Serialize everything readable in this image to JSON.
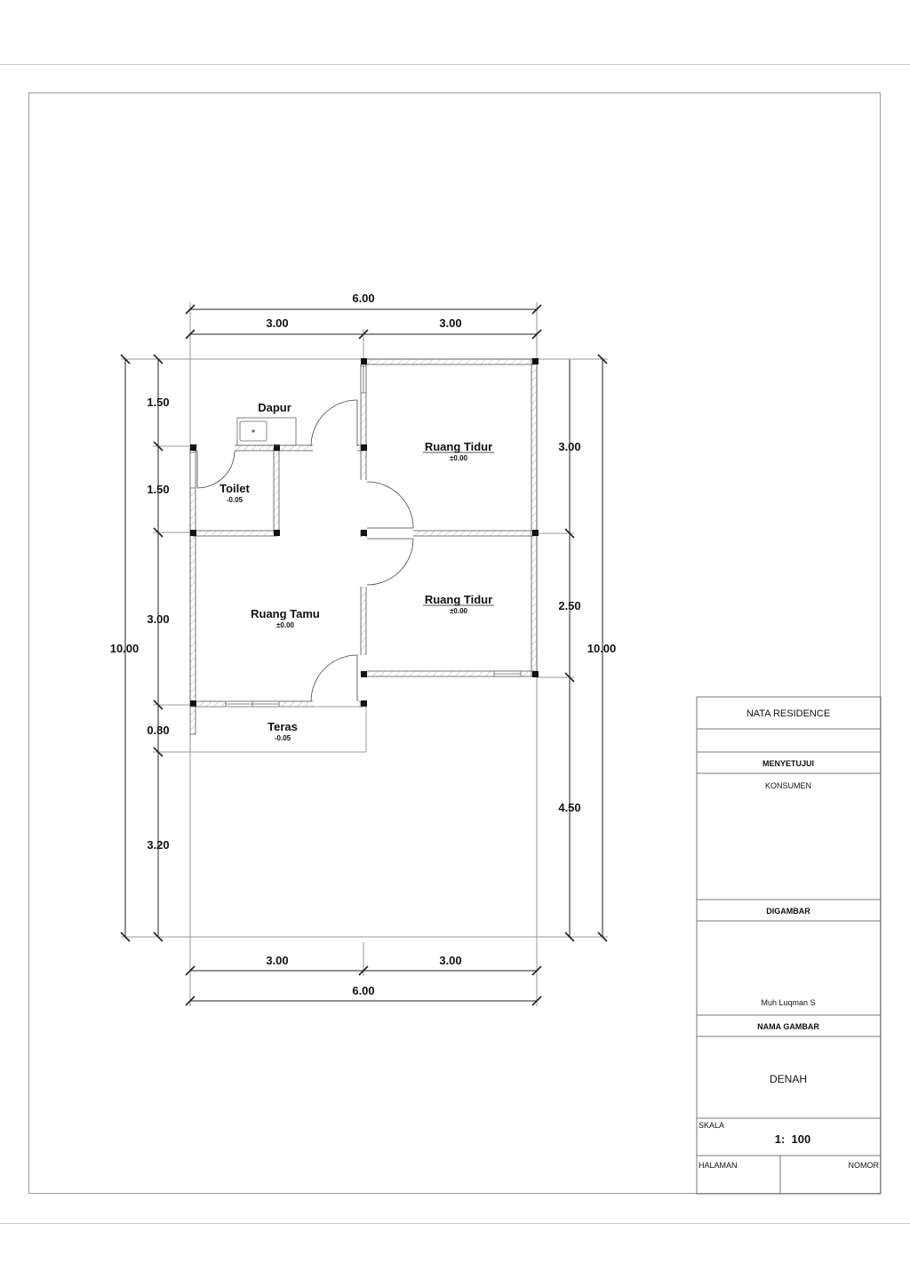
{
  "plan": {
    "dims_top": {
      "total": "6.00",
      "left": "3.00",
      "right": "3.00"
    },
    "dims_bottom": {
      "total": "6.00",
      "left": "3.00",
      "right": "3.00"
    },
    "dims_left": {
      "total": "10.00",
      "seg1": "1.50",
      "seg2": "1.50",
      "seg3": "3.00",
      "seg4": "0.80",
      "seg5": "3.20"
    },
    "dims_right": {
      "total": "10.00",
      "seg1": "3.00",
      "seg2": "2.50",
      "seg3": "4.50"
    },
    "rooms": {
      "dapur": {
        "name": "Dapur"
      },
      "toilet": {
        "name": "Toilet",
        "elev": "-0.05"
      },
      "ruang_tidur_1": {
        "name": "Ruang Tidur",
        "elev": "±0.00"
      },
      "ruang_tidur_2": {
        "name": "Ruang Tidur",
        "elev": "±0.00"
      },
      "ruang_tamu": {
        "name": "Ruang Tamu",
        "elev": "±0.00"
      },
      "teras": {
        "name": "Teras",
        "elev": "-0.05"
      }
    }
  },
  "title_block": {
    "project": "NATA RESIDENCE",
    "approve_label": "MENYETUJUI",
    "approver": "KONSUMEN",
    "drawn_label": "DIGAMBAR",
    "drawn_by": "Muh Luqman S",
    "drawing_name_label": "NAMA GAMBAR",
    "drawing_name": "DENAH",
    "scale_label": "SKALA",
    "scale_value": "1:  100",
    "page_label": "HALAMAN",
    "number_label": "NOMOR"
  }
}
